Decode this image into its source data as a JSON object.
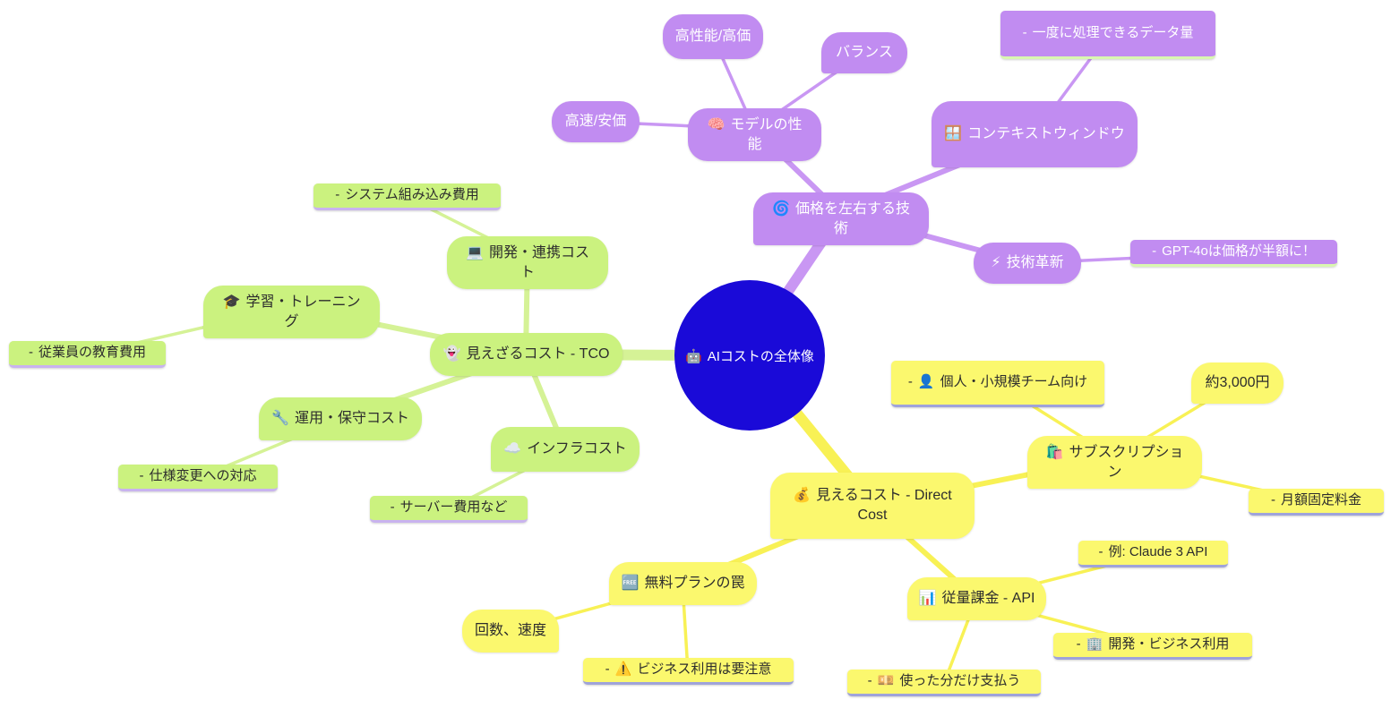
{
  "colors": {
    "center_fill": "#1a0ad8",
    "tech_branch_fill": "#c18cf1",
    "tech_branch_line": "#c997f3",
    "tech_leaf_underline": "#d9f7b0",
    "tco_branch_fill": "#cbf27f",
    "tco_branch_line": "#d5f296",
    "tco_leaf_underline": "#c9b3ef",
    "direct_branch_fill": "#fbf86e",
    "direct_branch_line": "#f8f155",
    "direct_leaf_underline": "#9fa3da",
    "text_on_purple": "#ffffff",
    "text_on_green_yellow": "#2d2d2d"
  },
  "nodes": {
    "center": {
      "icon": "🤖",
      "text": "AIコストの全体像"
    },
    "tech_root": {
      "icon": "🌀",
      "text": "価格を左右する技術"
    },
    "model": {
      "icon": "🧠",
      "text": "モデルの性能"
    },
    "model_high": {
      "text": "高性能/高価"
    },
    "model_balance": {
      "text": "バランス"
    },
    "model_fast": {
      "text": "高速/安価"
    },
    "context": {
      "icon": "🪟",
      "text": "コンテキストウィンドウ"
    },
    "context_data": {
      "pre": "-",
      "text": "一度に処理できるデータ量"
    },
    "innovation": {
      "icon": "⚡",
      "text": "技術革新"
    },
    "innovation_gpt": {
      "pre": "-",
      "text": "GPT-4oは価格が半額に！"
    },
    "tco_root": {
      "icon": "👻",
      "text": "見えざるコスト - TCO"
    },
    "dev": {
      "icon": "💻",
      "text": "開発・連携コスト"
    },
    "dev_sys": {
      "pre": "-",
      "text": "システム組み込み費用"
    },
    "learn": {
      "icon": "🎓",
      "text": "学習・トレーニング"
    },
    "learn_edu": {
      "pre": "-",
      "text": "従業員の教育費用"
    },
    "ops": {
      "icon": "🔧",
      "text": "運用・保守コスト"
    },
    "ops_spec": {
      "pre": "-",
      "text": "仕様変更への対応"
    },
    "infra": {
      "icon": "☁️",
      "text": "インフラコスト"
    },
    "infra_server": {
      "pre": "-",
      "text": "サーバー費用など"
    },
    "direct_root": {
      "icon": "💰",
      "text": "見えるコスト - Direct Cost"
    },
    "sub": {
      "icon": "🛍️",
      "text": "サブスクリプション"
    },
    "sub_personal": {
      "pre": "-",
      "icon": "👤",
      "text": "個人・小規模チーム向け"
    },
    "sub_price": {
      "text": "約3,000円"
    },
    "sub_monthly": {
      "pre": "-",
      "text": "月額固定料金"
    },
    "api": {
      "icon": "📊",
      "text": "従量課金 - API"
    },
    "api_claude": {
      "pre": "-",
      "text": "例: Claude 3 API"
    },
    "api_biz": {
      "pre": "-",
      "icon": "🏢",
      "text": "開発・ビジネス利用"
    },
    "api_pay": {
      "pre": "-",
      "icon": "💴",
      "text": "使った分だけ支払う"
    },
    "free": {
      "icon": "🆓",
      "text": "無料プランの罠"
    },
    "free_limit": {
      "text": "回数、速度"
    },
    "free_warn": {
      "pre": "-",
      "icon": "⚠️",
      "text": "ビジネス利用は要注意"
    }
  }
}
